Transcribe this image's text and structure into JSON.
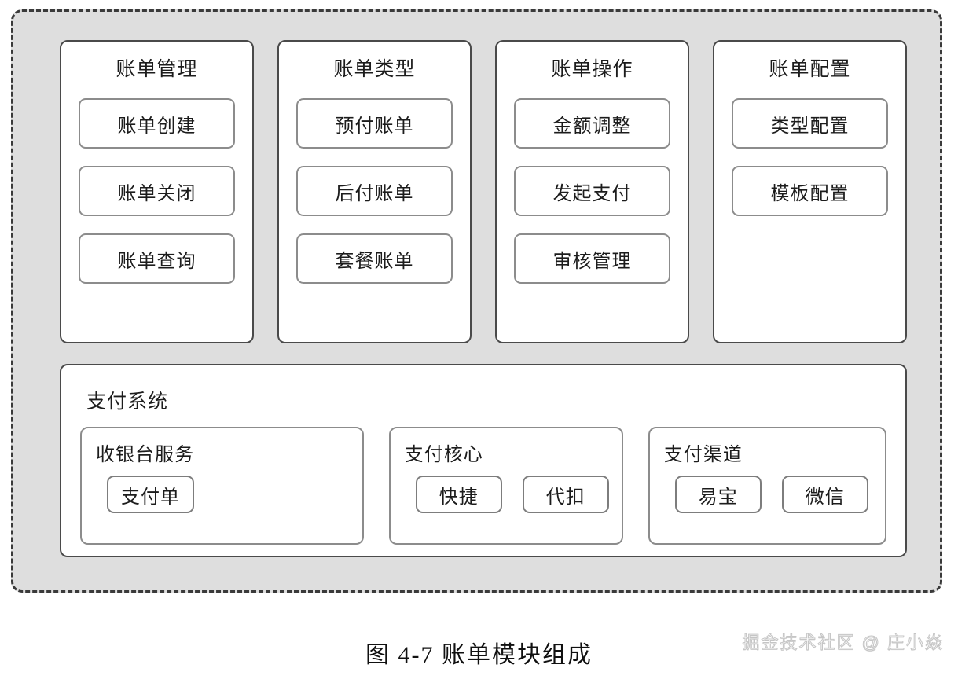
{
  "figure": {
    "caption": "图 4-7 账单模块组成",
    "watermark": "掘金技术社区 @ 庄小焱",
    "frame_style": "dashed",
    "colors": {
      "frame_border": "#3a3a3a",
      "frame_fill": "#dedede",
      "card_border": "#4a4a4a",
      "card_fill": "#ffffff",
      "button_border": "#8c8c8c",
      "text": "#1c1c1c"
    }
  },
  "modules": [
    {
      "title": "账单管理",
      "items": [
        "账单创建",
        "账单关闭",
        "账单查询"
      ]
    },
    {
      "title": "账单类型",
      "items": [
        "预付账单",
        "后付账单",
        "套餐账单"
      ]
    },
    {
      "title": "账单操作",
      "items": [
        "金额调整",
        "发起支付",
        "审核管理"
      ]
    },
    {
      "title": "账单配置",
      "items": [
        "类型配置",
        "模板配置"
      ]
    }
  ],
  "payment_system": {
    "title": "支付系统",
    "groups": [
      {
        "title": "收银台服务",
        "items": [
          "支付单"
        ]
      },
      {
        "title": "支付核心",
        "items": [
          "快捷",
          "代扣"
        ]
      },
      {
        "title": "支付渠道",
        "items": [
          "易宝",
          "微信"
        ]
      }
    ]
  }
}
